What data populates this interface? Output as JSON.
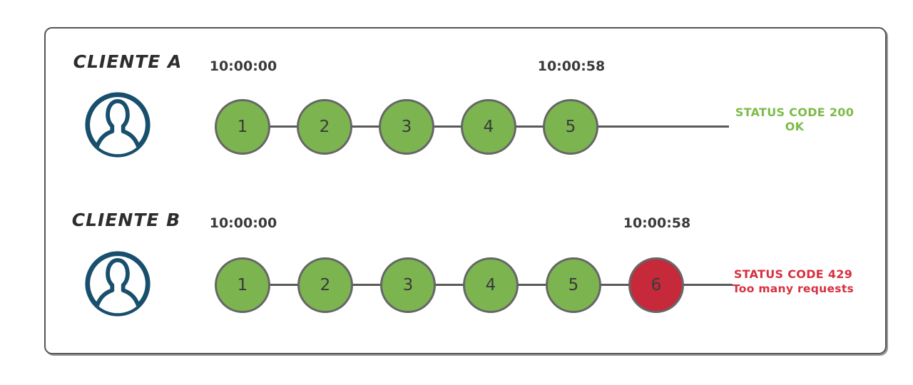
{
  "diagram": {
    "title_hint": "rate-limiting-timeline",
    "colors": {
      "request_ok": "#7cb450",
      "request_error": "#c5293a",
      "status_ok_text": "#7cbb49",
      "status_error_text": "#d6303f",
      "icon_navy": "#184f6d",
      "line_gray": "#595959"
    },
    "rows": [
      {
        "client": "CLIENTE A",
        "icon": "user-avatar-icon",
        "start_time": "10:00:00",
        "end_time": "10:00:58",
        "requests": [
          "1",
          "2",
          "3",
          "4",
          "5"
        ],
        "status_line1": "STATUS CODE 200",
        "status_line2": "OK"
      },
      {
        "client": "CLIENTE B",
        "icon": "user-avatar-icon",
        "start_time": "10:00:00",
        "end_time": "10:00:58",
        "requests": [
          "1",
          "2",
          "3",
          "4",
          "5",
          "6"
        ],
        "status_line1": "STATUS CODE 429",
        "status_line2": "Too many requests"
      }
    ]
  }
}
